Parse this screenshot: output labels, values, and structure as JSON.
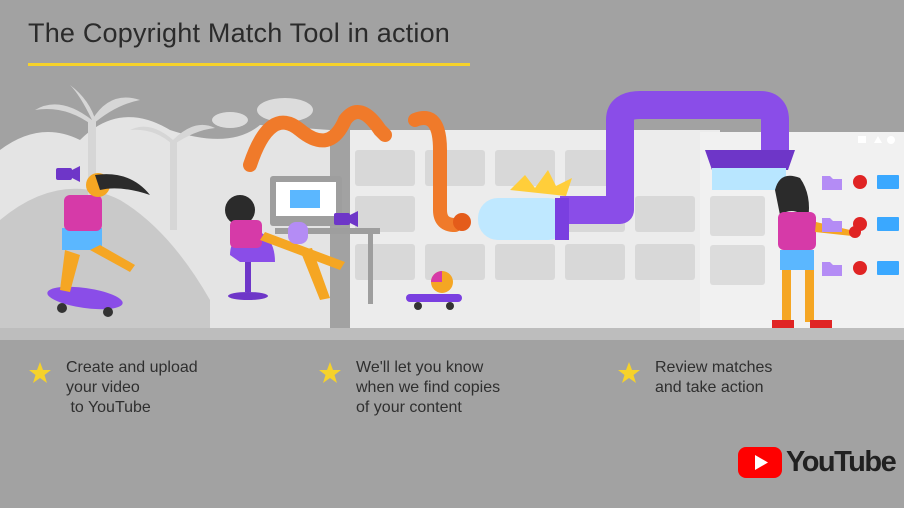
{
  "title": "The Copyright Match Tool in action",
  "accent_color": "#f6d22a",
  "steps": [
    {
      "icon": "star-icon",
      "text": "Create and upload\nyour video\n to YouTube"
    },
    {
      "icon": "star-icon",
      "text": "We'll let you know\nwhen we find copies\nof your content"
    },
    {
      "icon": "star-icon",
      "text": "Review matches\nand take action"
    }
  ],
  "logo": {
    "word": "YouTube",
    "color": "#ff0000"
  }
}
